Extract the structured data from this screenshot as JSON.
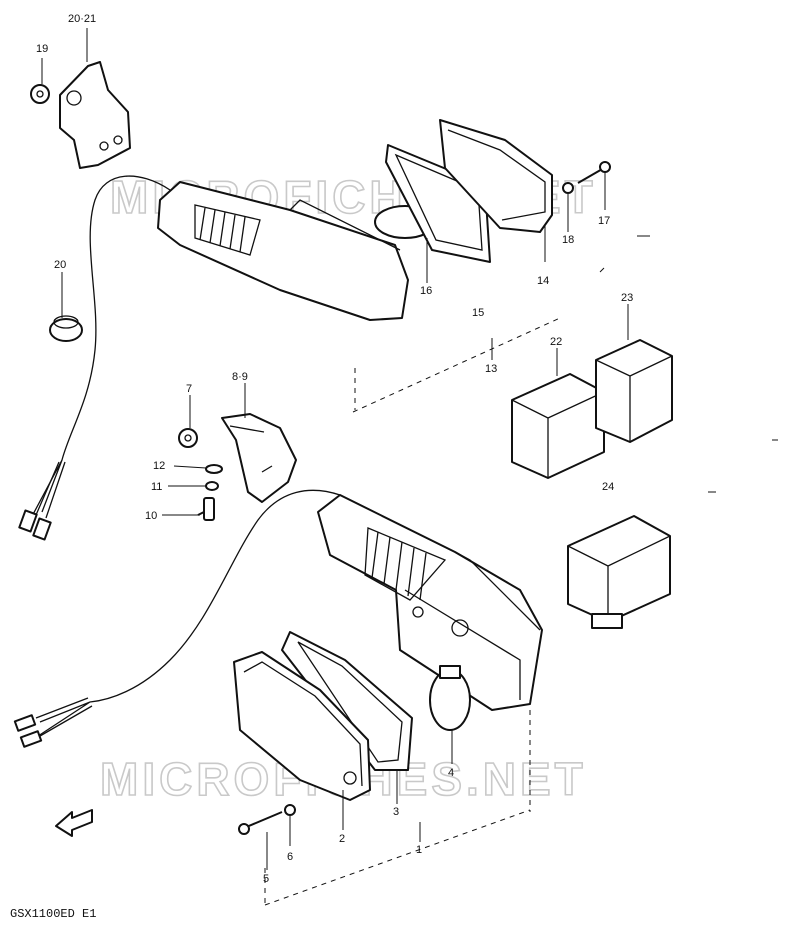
{
  "watermark": "MICROFICHES.NET",
  "model_code": "GSX1100ED E1",
  "callouts": [
    {
      "id": "c1",
      "text": "1"
    },
    {
      "id": "c2",
      "text": "2"
    },
    {
      "id": "c3",
      "text": "3"
    },
    {
      "id": "c4",
      "text": "4"
    },
    {
      "id": "c5",
      "text": "5"
    },
    {
      "id": "c6",
      "text": "6"
    },
    {
      "id": "c7",
      "text": "7"
    },
    {
      "id": "c89",
      "text": "8·9"
    },
    {
      "id": "c10",
      "text": "10"
    },
    {
      "id": "c11",
      "text": "11"
    },
    {
      "id": "c12",
      "text": "12"
    },
    {
      "id": "c13",
      "text": "13"
    },
    {
      "id": "c14",
      "text": "14"
    },
    {
      "id": "c15",
      "text": "15"
    },
    {
      "id": "c16",
      "text": "16"
    },
    {
      "id": "c17",
      "text": "17"
    },
    {
      "id": "c18",
      "text": "18"
    },
    {
      "id": "c19",
      "text": "19"
    },
    {
      "id": "c20",
      "text": "20"
    },
    {
      "id": "c2021",
      "text": "20·21"
    },
    {
      "id": "c22",
      "text": "22"
    },
    {
      "id": "c23",
      "text": "23"
    },
    {
      "id": "c24",
      "text": "24"
    }
  ]
}
